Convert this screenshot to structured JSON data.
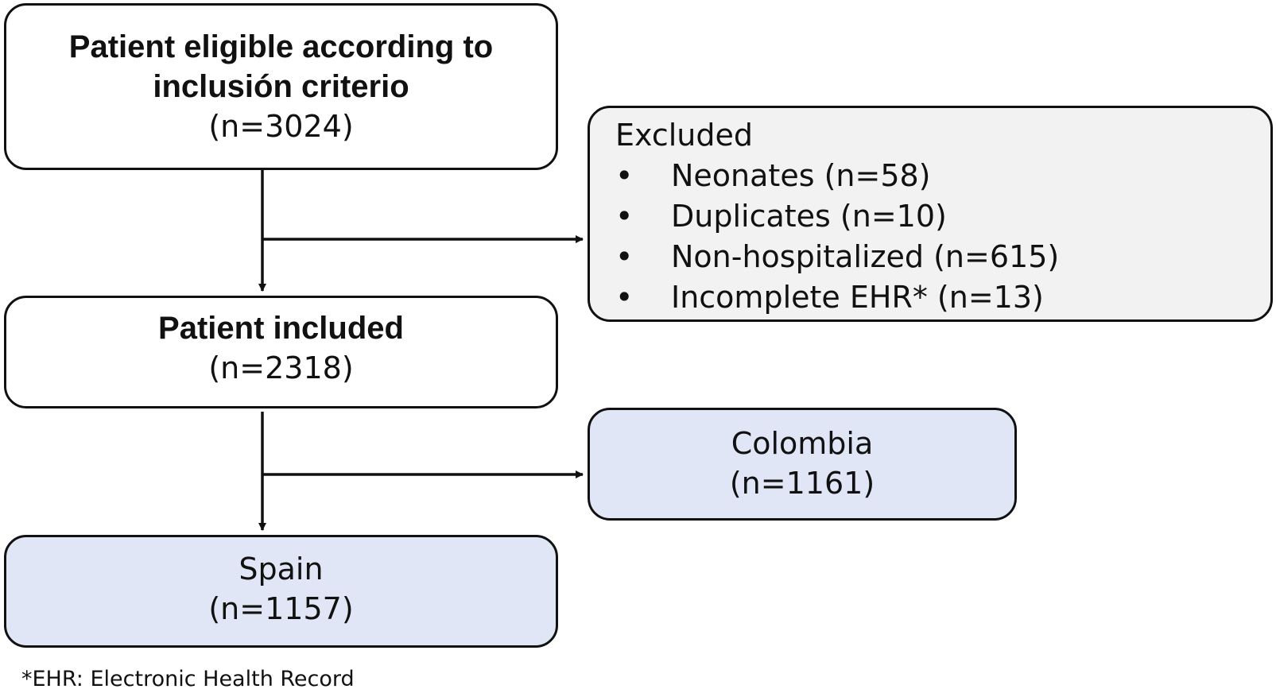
{
  "flowchart": {
    "eligible": {
      "title_line1": "Patient eligible according to",
      "title_line2": "inclusión criterio",
      "count": "(n=3024)"
    },
    "excluded": {
      "title": "Excluded",
      "bullet": "•",
      "items": [
        "Neonates (n=58)",
        "Duplicates (n=10)",
        "Non-hospitalized (n=615)",
        "Incomplete EHR* (n=13)"
      ]
    },
    "included": {
      "title": "Patient included",
      "count": "(n=2318)"
    },
    "colombia": {
      "label": "Colombia",
      "count": "(n=1161)"
    },
    "spain": {
      "label": "Spain",
      "count": "(n=1157)"
    },
    "footnote": "*EHR: Electronic Health Record"
  },
  "colors": {
    "stroke": "#111111",
    "excluded_fill": "#f2f2f2",
    "country_fill": "#e1e6f6"
  }
}
